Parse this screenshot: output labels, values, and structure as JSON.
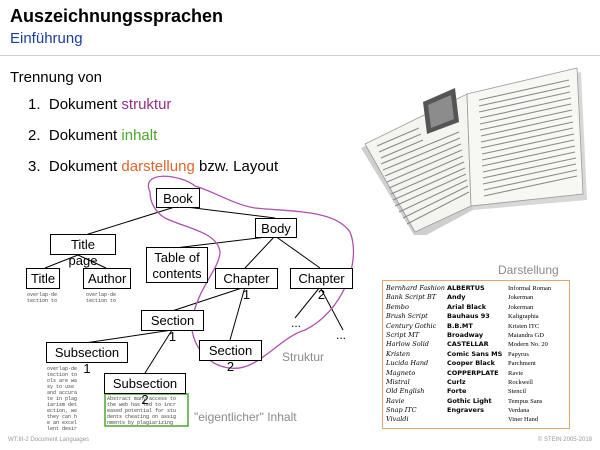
{
  "header": {
    "title": "Auszeichnungssprachen",
    "subtitle": "Einführung"
  },
  "intro": "Trennung von",
  "list": [
    {
      "num": "1.",
      "prefix": "Dokument ",
      "highlight": "struktur",
      "suffix": "",
      "color": "#9b2d86"
    },
    {
      "num": "2.",
      "prefix": "Dokument ",
      "highlight": "inhalt",
      "suffix": "",
      "color": "#4aa82a"
    },
    {
      "num": "3.",
      "prefix": "Dokument ",
      "highlight": "darstellung",
      "suffix": " bzw. Layout",
      "color": "#e0642a"
    }
  ],
  "tree": {
    "book": "Book",
    "body": "Body",
    "title_page": "Title page",
    "toc": "Table of contents",
    "chapter1": "Chapter 1",
    "chapter2": "Chapter 2",
    "title": "Title",
    "author": "Author",
    "section1": "Section 1",
    "section2": "Section 2",
    "subsection1": "Subsection 1",
    "subsection2": "Subsection 2",
    "ellipsis": "..."
  },
  "labels": {
    "struktur": "Struktur",
    "inhalt": "\"eigentlicher\" Inhalt",
    "darstellung": "Darstellung"
  },
  "snippets": {
    "title_text": "overlap-de\ntection to",
    "author_text": "overlap-de\ntection to",
    "sub1_text": "overlap-de\ntection to\nols are wa\nsy to use\nand accura\nte in plag\niarism det\nection, we\nthey can h\ne an excel\nlent desir",
    "sub2_text": "Abstract many access to\nthe web has led to incr\neased potential for stu\ndents cheating on assig\nnments by plagiarizing"
  },
  "fonts": {
    "col1": [
      "Bernhard Fashion",
      "Bank Script BT",
      "Bembo",
      "Brush Script",
      "Century Gothic",
      "Script MT",
      "Harlow Solid",
      "Kristen",
      "Lucida Hand",
      "Magneto",
      "Mistral",
      "Old English",
      "Ravie",
      "Snap ITC",
      "Vivaldi"
    ],
    "col2": [
      "ALBERTUS",
      "Andy",
      "Arial Black",
      "Bauhaus 93",
      "B.B.MT",
      "Broadway",
      "CASTELLAR",
      "Comic Sans MS",
      "Cooper Black",
      "COPPERPLATE",
      "Curlz",
      "Forte",
      "Gothic Light",
      "Engravers"
    ],
    "col3": [
      "Informal Roman",
      "Jokerman",
      "Jokerman",
      "Kaligraphia",
      "Kristen ITC",
      "Maiandra GD",
      "Modern No. 20",
      "Papyrus",
      "Parchment",
      "Ravie",
      "Rockwell",
      "Stencil",
      "Tempus Sans",
      "Verdana",
      "Viner Hand"
    ]
  },
  "footer": {
    "left": "WT:III-2    Document Languages",
    "right": "© STEIN 2005-2018"
  },
  "colors": {
    "title_blue": "#1a3e9c",
    "structure_purple": "#b04fb0",
    "content_green": "#4aa82a",
    "layout_orange": "#e0642a"
  }
}
